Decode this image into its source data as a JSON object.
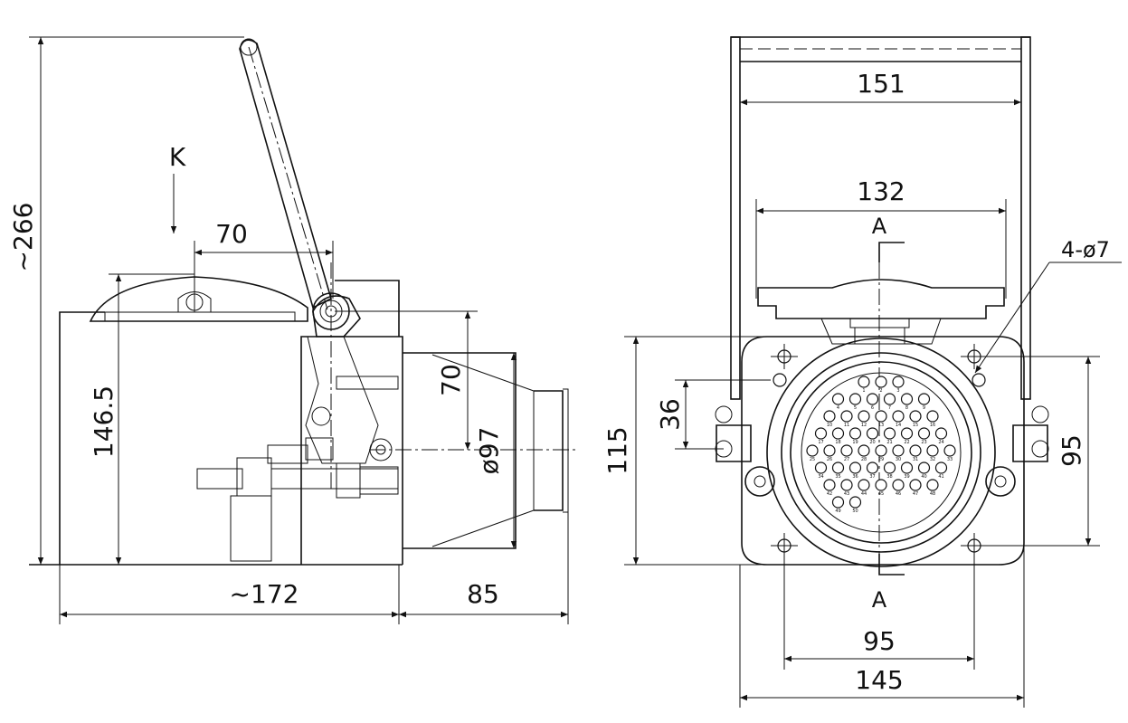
{
  "dimensions": {
    "total_height": "~266",
    "body_height": "146.5",
    "lever_offset": "70",
    "depth": "~172",
    "nose_length": "85",
    "flange_offset": "70",
    "bore_diameter": "ø97",
    "frame_width": "151",
    "lid_width": "132",
    "mount_holes": "4-ø7",
    "flange_height": "115",
    "ear_spacing": "36",
    "hole_spacing_vertical": "95",
    "hole_spacing_horizontal": "95",
    "flange_width": "145"
  },
  "labels": {
    "view_arrow": "K",
    "section_top": "A",
    "section_bottom": "A"
  },
  "pins": [
    "1",
    "2",
    "3",
    "4",
    "5",
    "6",
    "7",
    "8",
    "9",
    "10",
    "11",
    "12",
    "13",
    "14",
    "15",
    "16",
    "17",
    "18",
    "19",
    "20",
    "21",
    "22",
    "23",
    "24",
    "25",
    "26",
    "27",
    "28",
    "29",
    "30",
    "31",
    "32",
    "33",
    "34",
    "35",
    "36",
    "37",
    "38",
    "39",
    "40",
    "41",
    "42",
    "43",
    "44",
    "45",
    "46",
    "47",
    "48",
    "49",
    "50"
  ]
}
